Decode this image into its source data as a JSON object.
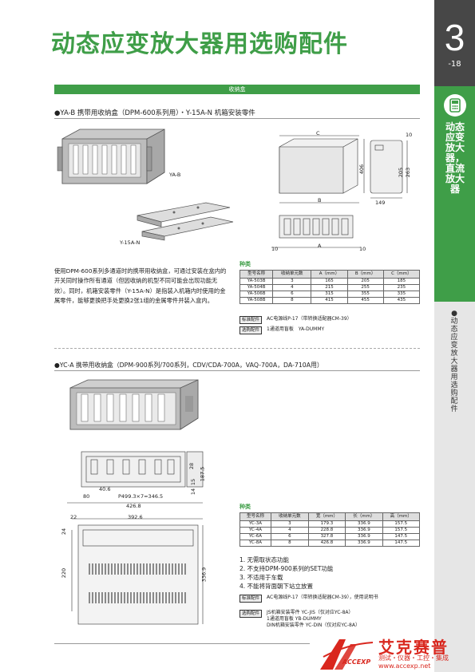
{
  "header": {
    "title": "动态应变放大器用选购配件",
    "chapter_number": "3",
    "chapter_page": "-18"
  },
  "side": {
    "green_label": "动态应变放大器，直流放大器",
    "gray_label": "●动态应变放大器用选购配件"
  },
  "section_bar": "收纳盒",
  "section1": {
    "title": "●YA-B 携带用收纳盒（DPM-600系列用）・Y-15A-N 机箱安装零件",
    "photo_label_1": "YA-B",
    "photo_label_2": "Y-15A-N",
    "dims": {
      "c": "C",
      "b": "B",
      "a": "A",
      "d10a": "10",
      "d10b": "10",
      "d10c": "10",
      "d406": "406",
      "d205": "205",
      "d263": "263",
      "d149": "149"
    },
    "description": "使用DPM-600系列多通道时的携带用收纳盒，可通过安装在盒内的开关同时操作所有通道（但因收纳的机型不同可能会出现功能无效）。同时，机箱安装零件（Y-15A-N）是指装入机箱内时使用的金属零件，能够更换把手处更换2张1组的金属零件并装入盒内。",
    "table_label": "种类",
    "table": {
      "headers": [
        "型号名称",
        "收纳单元数",
        "A（mm）",
        "B（mm）",
        "C（mm）"
      ],
      "rows": [
        [
          "YA-503B",
          "3",
          "165",
          "205",
          "185"
        ],
        [
          "YA-504B",
          "4",
          "215",
          "255",
          "235"
        ],
        [
          "YA-506B",
          "6",
          "315",
          "355",
          "335"
        ],
        [
          "YA-508B",
          "8",
          "415",
          "455",
          "435"
        ]
      ]
    },
    "std_tag": "标准配件",
    "std_text": "AC电源线P-17（带转换适配器CM-39）",
    "opt_tag": "选购配件",
    "opt_text": "1通道用盲板　YA-DUMMY"
  },
  "section2": {
    "title": "●YC-A 携带用收纳盒（DPM-900系列/700系列，CDV/CDA-700A，VAQ-700A，DA-710A用）",
    "dims": {
      "p499": "P499.3×7=346.5",
      "d426": "426.8",
      "d80": "80",
      "d40": "40.6",
      "d28": "28",
      "d14": "14",
      "d187": "187.5",
      "d15": "15",
      "d22": "22",
      "d392": "392.6",
      "d24": "24",
      "d220": "220",
      "d336": "336.9"
    },
    "table_label": "种类",
    "table": {
      "headers": [
        "型号名称",
        "收纳单元数",
        "宽（mm）",
        "长（mm）",
        "高（mm）"
      ],
      "rows": [
        [
          "YC-3A",
          "3",
          "179.3",
          "336.9",
          "157.5"
        ],
        [
          "YC-4A",
          "4",
          "228.8",
          "336.9",
          "157.5"
        ],
        [
          "YC-6A",
          "6",
          "327.8",
          "336.9",
          "147.5"
        ],
        [
          "YC-8A",
          "8",
          "426.8",
          "336.9",
          "147.5"
        ]
      ]
    },
    "notes": [
      "1. 无需取状态功能",
      "2. 不支持DPM-900系列的SET功能",
      "3. 不适用于车载",
      "4. 不能将背面朝下站立放置"
    ],
    "std_tag": "标准配件",
    "std_text": "AC电源线P-17（带转换适配器CM-39），使用说明书",
    "opt_tag": "选购配件",
    "opt_lines": [
      "JS机箱安装零件 YC-JIS（仅对应YC-8A）",
      "1通道用盲板 YB-DUMMY",
      "DIN机箱安装零件 YC-DIN（仅对应YC-8A）"
    ]
  },
  "logo": {
    "cn": "艾克赛普",
    "sub": "测试・仪器・工控・集成",
    "url": "www.accexp.net",
    "mark": "ACCEXP"
  },
  "colors": {
    "green": "#3f9e48",
    "dark_tab": "#474747",
    "side_gray": "#e6e6e6",
    "logo_red": "#d9271e"
  }
}
